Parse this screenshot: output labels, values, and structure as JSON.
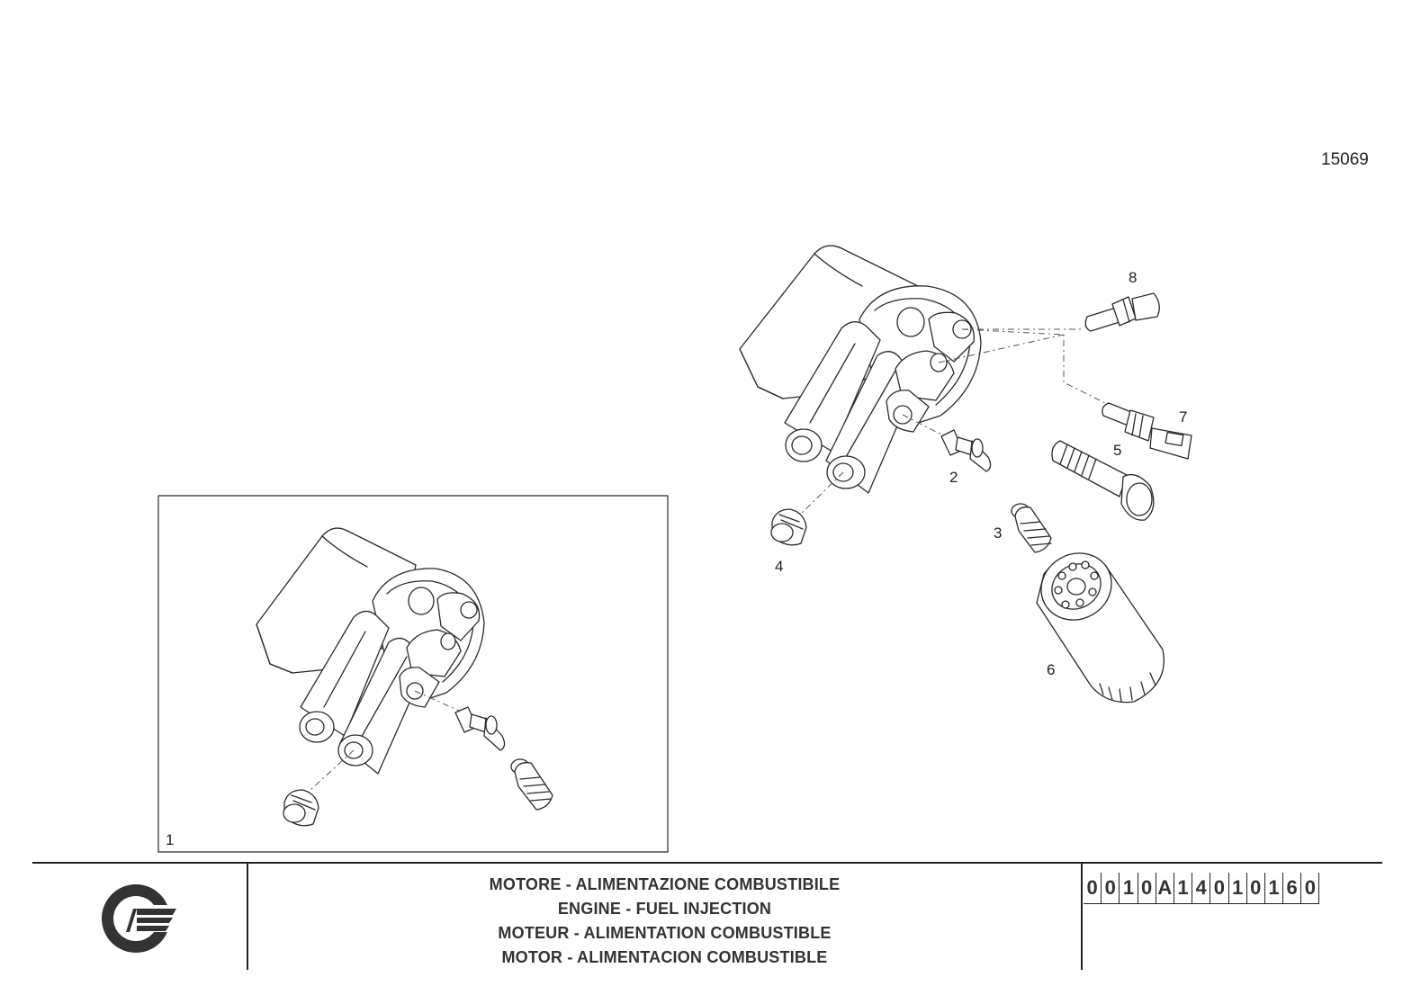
{
  "drawing_number": "15069",
  "callouts": {
    "c1": "1",
    "c2": "2",
    "c3": "3",
    "c4": "4",
    "c5": "5",
    "c6": "6",
    "c7": "7",
    "c8": "8"
  },
  "title_block": {
    "titles": [
      "MOTORE - ALIMENTAZIONE COMBUSTIBILE",
      "ENGINE - FUEL INJECTION",
      "MOTEUR - ALIMENTATION COMBUSTIBLE",
      "MOTOR - ALIMENTACION COMBUSTIBLE"
    ],
    "code_chars": [
      "0",
      "0",
      "1",
      "0",
      "A",
      "1",
      "4",
      "0",
      "1",
      "0",
      "1",
      "6",
      "0"
    ],
    "logo_icon": "fpt-logo-icon"
  },
  "colors": {
    "ink": "#2a2a2a",
    "background": "#ffffff"
  }
}
